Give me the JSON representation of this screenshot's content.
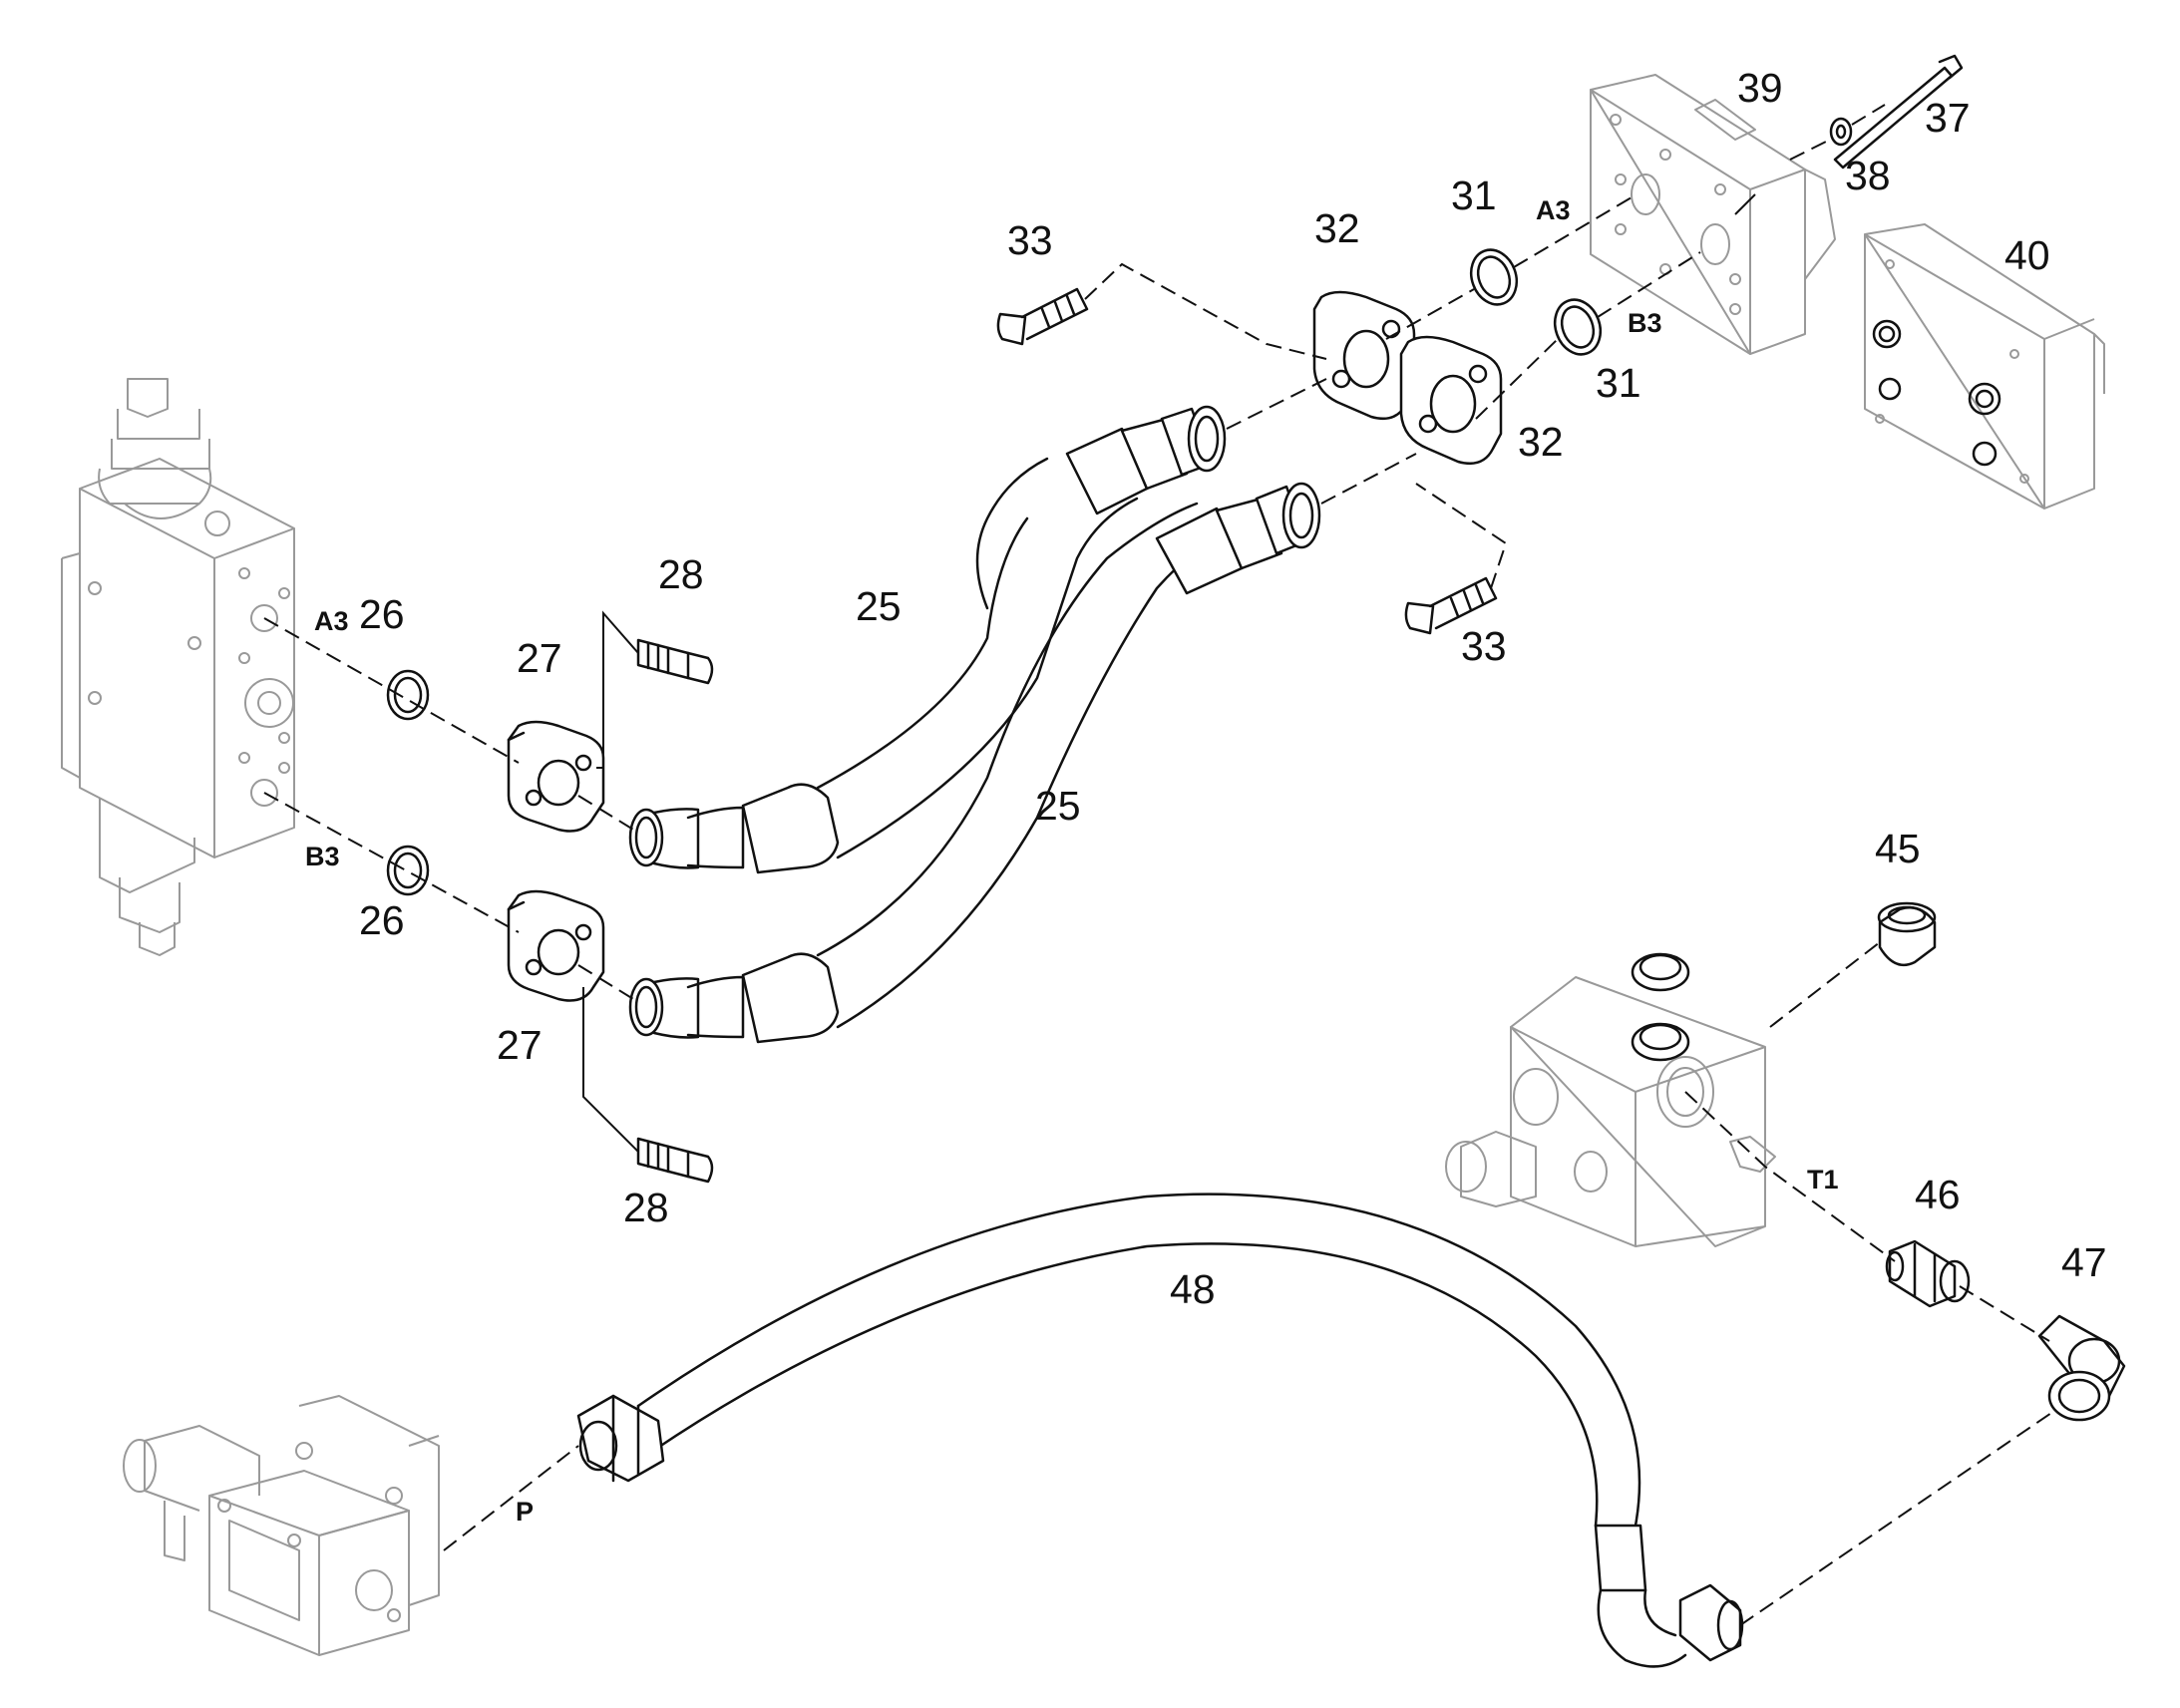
{
  "callouts": {
    "n25a": "25",
    "n25b": "25",
    "n26a": "26",
    "n26b": "26",
    "n27a": "27",
    "n27b": "27",
    "n28a": "28",
    "n28b": "28",
    "n31a": "31",
    "n31b": "31",
    "n32a": "32",
    "n32b": "32",
    "n33a": "33",
    "n33b": "33",
    "n37": "37",
    "n38": "38",
    "n39": "39",
    "n40": "40",
    "n45": "45",
    "n46": "46",
    "n47": "47",
    "n48": "48"
  },
  "ports": {
    "a3_left": "A3",
    "b3_left": "B3",
    "a3_right": "A3",
    "b3_right": "B3",
    "t1": "T1",
    "p": "P"
  }
}
